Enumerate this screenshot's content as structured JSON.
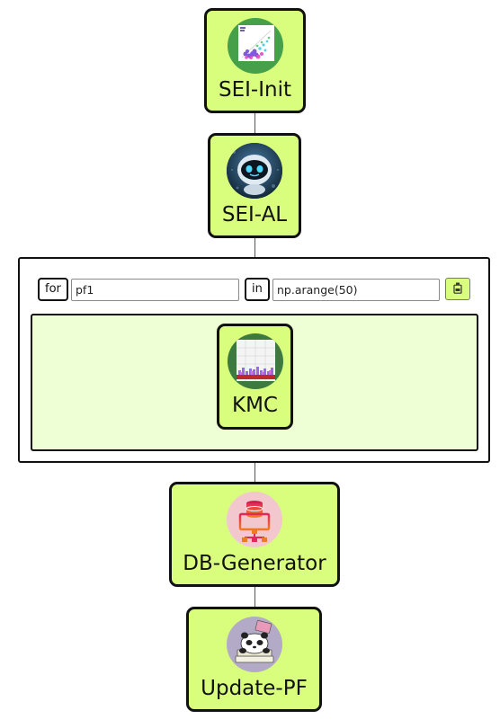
{
  "workflow": {
    "nodes": {
      "sei_init": {
        "label": "SEI-Init"
      },
      "sei_al": {
        "label": "SEI-AL"
      },
      "kmc": {
        "label": "KMC"
      },
      "db_generator": {
        "label": "DB-Generator"
      },
      "update_pf": {
        "label": "Update-PF"
      }
    },
    "loop": {
      "for_keyword": "for",
      "variable": "pf1",
      "in_keyword": "in",
      "iterable": "np.arange(50)",
      "run_icon": "bottle-icon"
    }
  },
  "colors": {
    "node_fill": "#d9fe7e",
    "loop_body_fill": "#eeffd6",
    "border": "#111111"
  }
}
